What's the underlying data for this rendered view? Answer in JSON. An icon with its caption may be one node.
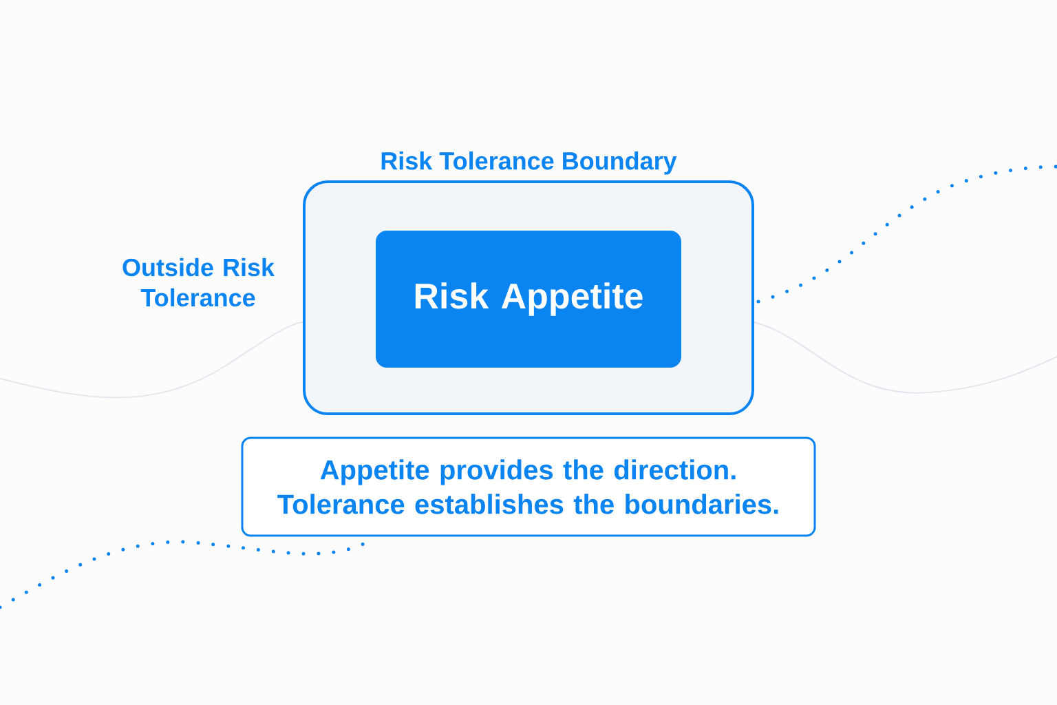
{
  "diagram": {
    "nodes": [
      {
        "text": [
          "Risk Tolerance Boundary"
        ]
      },
      {
        "text": [
          "Risk Appetite"
        ],
        "in": 0
      },
      {
        "text": [
          "Appetite provides the direction. Tolerance establishes the boundaries."
        ]
      }
    ],
    "labels": [
      "Outside Risk Tolerance"
    ]
  }
}
